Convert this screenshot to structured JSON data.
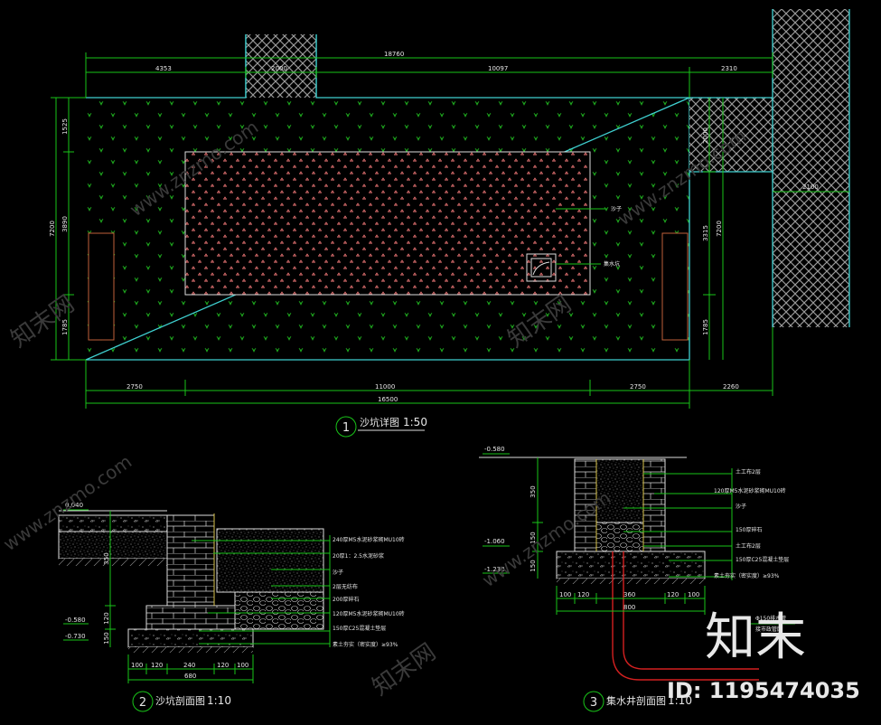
{
  "plan": {
    "dims_top": [
      "4353",
      "2000",
      "18760",
      "10097",
      "2310"
    ],
    "dims_bottom": [
      "2750",
      "11000",
      "2750",
      "2260",
      "16500"
    ],
    "dims_left": [
      "1525",
      "3890",
      "1785",
      "7200"
    ],
    "dims_right": [
      "2000",
      "3315",
      "1785",
      "7200"
    ],
    "dim_2100": "2100",
    "label_sand": "沙子",
    "label_well": "集水坑",
    "title_num": "1",
    "title_text": "沙坑详图",
    "title_scale": "1:50"
  },
  "section2": {
    "elev_top": "0.040",
    "elev_mid": "-0.580",
    "elev_low": "-0.730",
    "dim_v": [
      "350",
      "120",
      "150"
    ],
    "dims_bottom": [
      "100",
      "120",
      "240",
      "120",
      "100",
      "680"
    ],
    "labels": [
      "240厚M5水泥砂浆砌MU10砖",
      "20厚1：2.5水泥砂浆",
      "沙子",
      "2层无纺布",
      "200厚碎石",
      "120厚M5水泥砂浆砌MU10砖",
      "150厚C25混凝土垫层",
      "素土夯实（密实度）≥93%"
    ],
    "title_num": "2",
    "title_text": "沙坑剖面图",
    "title_scale": "1:10"
  },
  "section3": {
    "elev_top": "-0.580",
    "elev_mid": "-1.060",
    "elev_low": "-1.230",
    "dim_v": [
      "350",
      "150",
      "150"
    ],
    "dims_bottom": [
      "100",
      "120",
      "360",
      "120",
      "100",
      "800"
    ],
    "labels": [
      "土工布2层",
      "120厚M5水泥砂浆砌MU10砖",
      "沙子",
      "150厚碎石",
      "土工布2层",
      "150厚C25混凝土垫层",
      "素土夯实（密实度）≥93%",
      "Φ150排水管",
      "接市政管网"
    ],
    "title_num": "3",
    "title_text": "集水井剖面图",
    "title_scale": "1:10"
  },
  "watermarks": {
    "site": "www.znzmo.com",
    "brand": "知末网",
    "brand_big": "知末",
    "id_text": "ID: 1195474035"
  }
}
